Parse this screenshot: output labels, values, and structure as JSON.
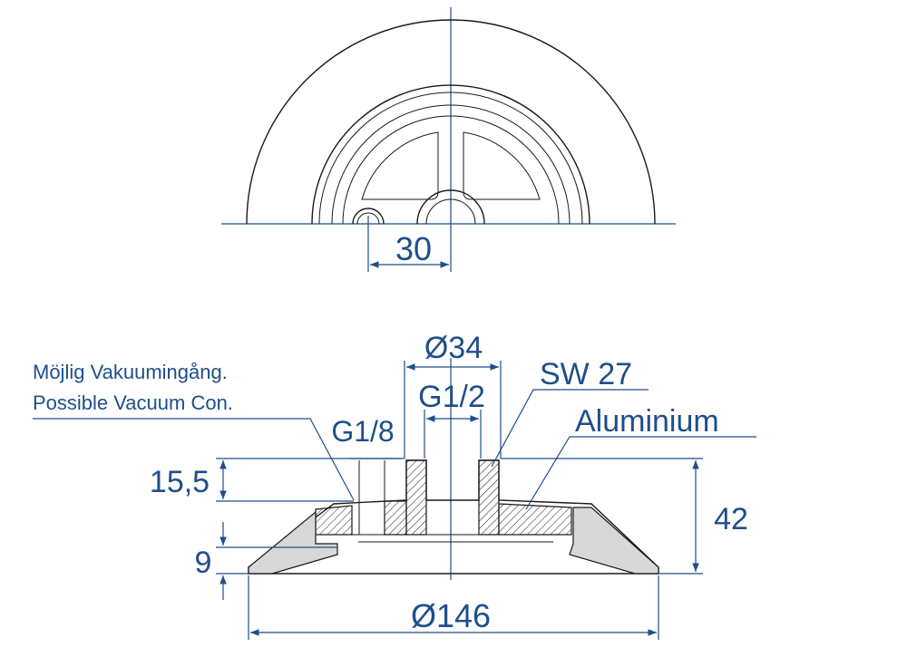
{
  "colors": {
    "dimension": "#1f4e8a",
    "outline": "#1a1a1a",
    "background": "#ffffff"
  },
  "top_view": {
    "dim_offset": "30"
  },
  "section_view": {
    "dim_bore_diameter": "Ø34",
    "dim_thread_main": "G1/2",
    "dim_thread_vacuum": "G1/8",
    "dim_wrench_size": "SW 27",
    "material": "Aluminium",
    "dim_height_upper": "15,5",
    "dim_height_lower": "9",
    "dim_total_height": "42",
    "dim_outer_diameter": "Ø146"
  },
  "notes": {
    "vacuum_line_sv": "Möjlig Vakuumingång.",
    "vacuum_line_en": "Possible Vacuum Con."
  }
}
